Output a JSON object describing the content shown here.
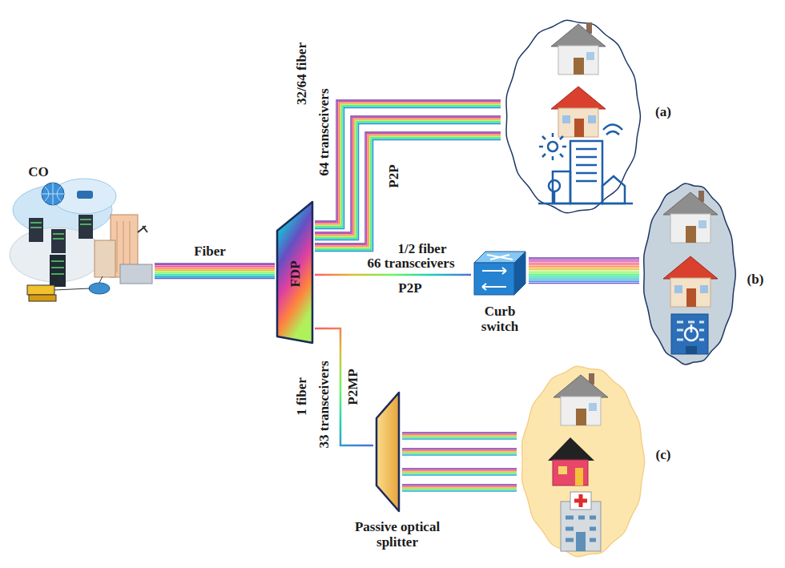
{
  "diagram": {
    "nodes": [
      {
        "text": [
          "CO"
        ]
      },
      {
        "text": [
          "FDP"
        ]
      },
      {
        "text": [
          "(a)"
        ]
      },
      {
        "text": [
          "Curb switch"
        ]
      },
      {
        "text": [
          "(b)"
        ]
      },
      {
        "text": [
          "Passive optical splitter"
        ]
      },
      {
        "text": [
          "(c)"
        ]
      }
    ],
    "edges": [
      {
        "from": 0,
        "to": 1,
        "arrow": "none",
        "label": "Fiber"
      },
      {
        "from": 1,
        "to": 2,
        "arrow": "none",
        "label": "P2P"
      },
      {
        "from": 1,
        "to": 3,
        "arrow": "none",
        "label": "P2P"
      },
      {
        "from": 3,
        "to": 4,
        "arrow": "none"
      },
      {
        "from": 1,
        "to": 5,
        "arrow": "none",
        "label": "P2MP"
      },
      {
        "from": 5,
        "to": 6,
        "arrow": "none"
      }
    ],
    "labels": [
      "32/64 fiber",
      "64 transceivers",
      "1/2 fiber",
      "66 transceivers",
      "1 fiber",
      "33 transceivers"
    ]
  }
}
